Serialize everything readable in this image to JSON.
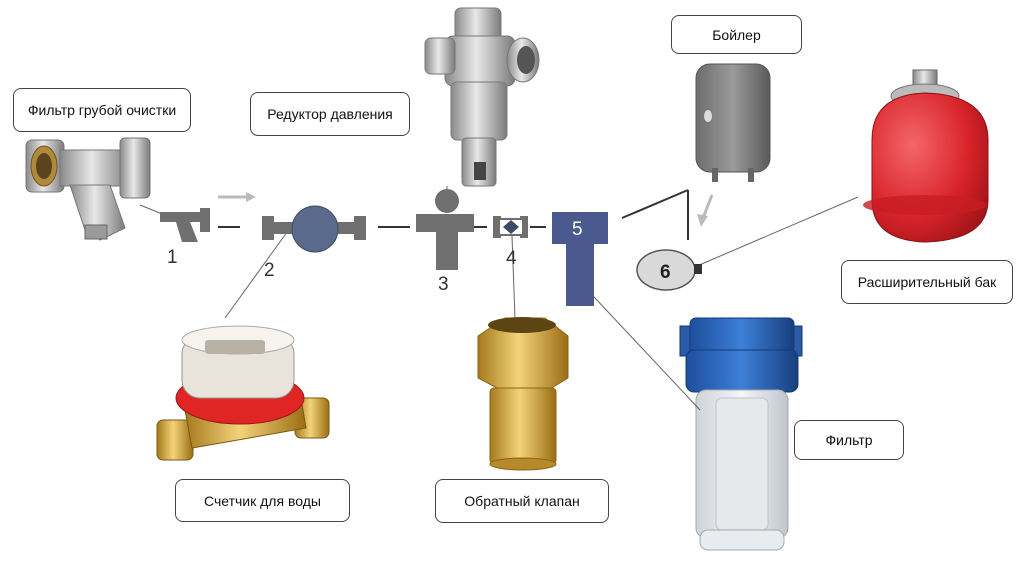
{
  "labels": {
    "coarse_filter": "Фильтр грубой очистки",
    "pressure_reducer": "Редуктор давления",
    "boiler": "Бойлер",
    "expansion_tank": "Расширительный бак",
    "filter": "Фильтр",
    "water_meter": "Счетчик для воды",
    "check_valve": "Обратный клапан"
  },
  "numbers": {
    "n1": "1",
    "n2": "2",
    "n3": "3",
    "n4": "4",
    "n5": "5",
    "n6": "6"
  },
  "colors": {
    "pipe_gray": "#6f6f6f",
    "schematic_blue": "#4a5a8e",
    "tank_red": "#d8242a",
    "brass": "#d4aa3a",
    "filter_blue": "#2c64b8"
  }
}
